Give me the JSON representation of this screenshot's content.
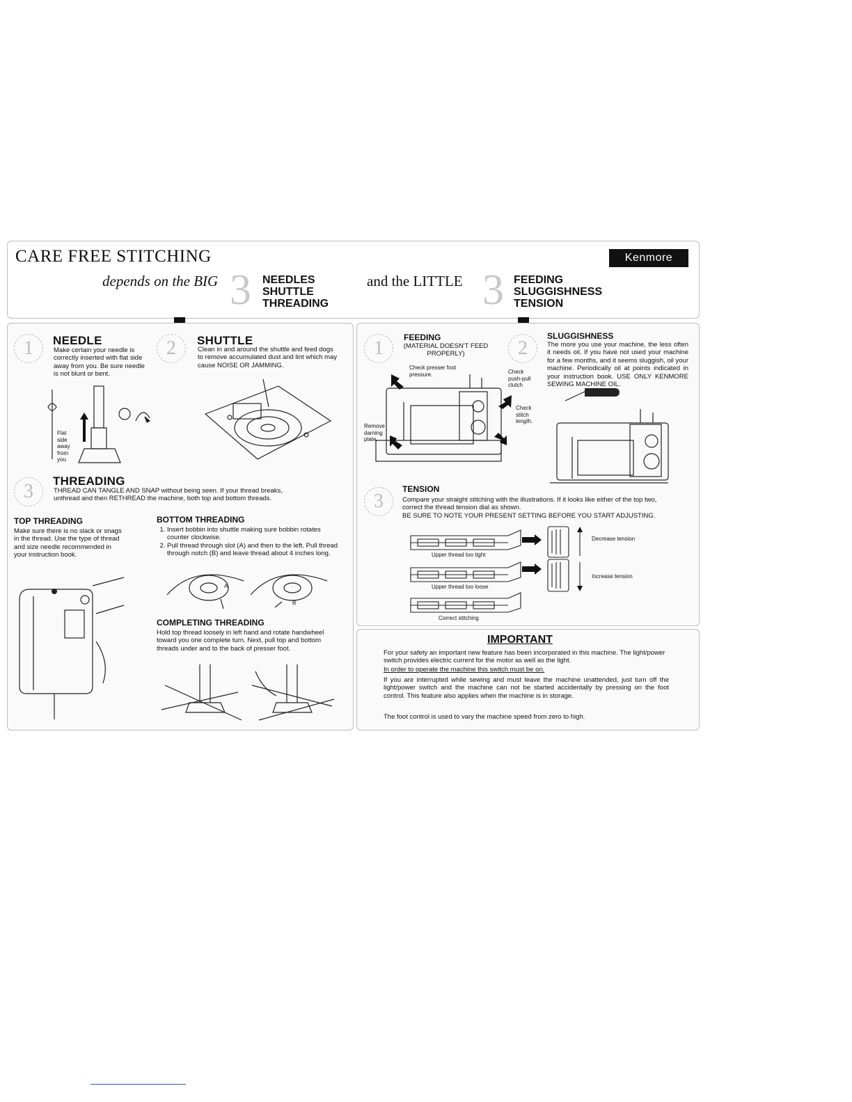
{
  "header": {
    "title": "CARE FREE STITCHING",
    "brand": "Kenmore",
    "depends_on": "depends on the BIG",
    "big_number": "3",
    "big_items": [
      "NEEDLES",
      "SHUTTLE",
      "THREADING"
    ],
    "and_the": "and the LITTLE",
    "little_number": "3",
    "little_items": [
      "FEEDING",
      "SLUGGISHNESS",
      "TENSION"
    ]
  },
  "left": {
    "needle": {
      "number": "1",
      "title": "NEEDLE",
      "text": "Make certain your needle is correctly inserted with flat side away from you. Be sure needle is not blunt or bent.",
      "label": "Flat side away from you"
    },
    "shuttle": {
      "number": "2",
      "title": "SHUTTLE",
      "text": "Clean in and around the shuttle and feed dogs to remove accumulated dust and lint which may cause NOISE OR JAMMING."
    },
    "threading": {
      "number": "3",
      "title": "THREADING",
      "text": "THREAD CAN TANGLE AND SNAP without being seen. If your thread breaks, unthread and then RETHREAD the machine, both top and bottom threads."
    },
    "top_threading": {
      "title": "TOP THREADING",
      "text": "Make sure there is no slack or snags in the thread. Use the type of thread and size needle recommended in your instruction book."
    },
    "bottom_threading": {
      "title": "BOTTOM THREADING",
      "steps": [
        "Insert bobbin into shuttle making sure bobbin rotates counter clockwise.",
        "Pull thread through slot (A) and then to the left. Pull thread through notch (B) and leave thread about 4 inches long."
      ],
      "label_a": "A",
      "label_b": "B"
    },
    "completing_threading": {
      "title": "COMPLETING THREADING",
      "text": "Hold top thread loosely in left hand and rotate handwheel toward you one complete turn. Next, pull top and bottom threads under and to the back of presser foot."
    }
  },
  "right": {
    "feeding": {
      "number": "1",
      "title": "FEEDING",
      "subtitle": "(MATERIAL DOESN'T FEED PROPERLY)",
      "callout_presser": "Check presser foot pressure.",
      "callout_clutch": "Check push-pull clutch",
      "callout_stitch": "Check stitch length.",
      "callout_darning": "Remove darning plate."
    },
    "sluggishness": {
      "number": "2",
      "title": "SLUGGISHNESS",
      "text": "The more you use your machine, the less often it needs oil. If you have not used your machine for a few months, and it seems sluggish, oil your machine. Periodically oil at points indicated in your instruction book. USE ONLY KENMORE SEWING MACHINE OIL."
    },
    "tension": {
      "number": "3",
      "title": "TENSION",
      "text": "Compare your straight stitching with the illustrations. If it looks like either of the top two, correct the thread tension dial as shown.",
      "note": "BE SURE TO NOTE YOUR PRESENT SETTING BEFORE YOU START ADJUSTING.",
      "row1_caption": "Upper thread too tight",
      "row1_action": "Decrease tension",
      "row2_caption": "Upper thread too loose",
      "row2_action": "Increase tension",
      "row3_caption": "Correct stitching"
    },
    "important": {
      "title": "IMPORTANT",
      "p1": "For your safety an important new feature has been incorporated in this machine. The light/power switch provides electric current for the motor as well as the light.",
      "p1_underlined": "In order to operate the machine this switch must be on.",
      "p2": "If you are interrupted while sewing and must leave the machine unattended, just turn off the light/power switch and the machine can not be started accidentally by pressing on the foot control. This feature also applies when the machine is in storage.",
      "p3": "The foot control is used to vary the machine speed from zero to high."
    }
  }
}
